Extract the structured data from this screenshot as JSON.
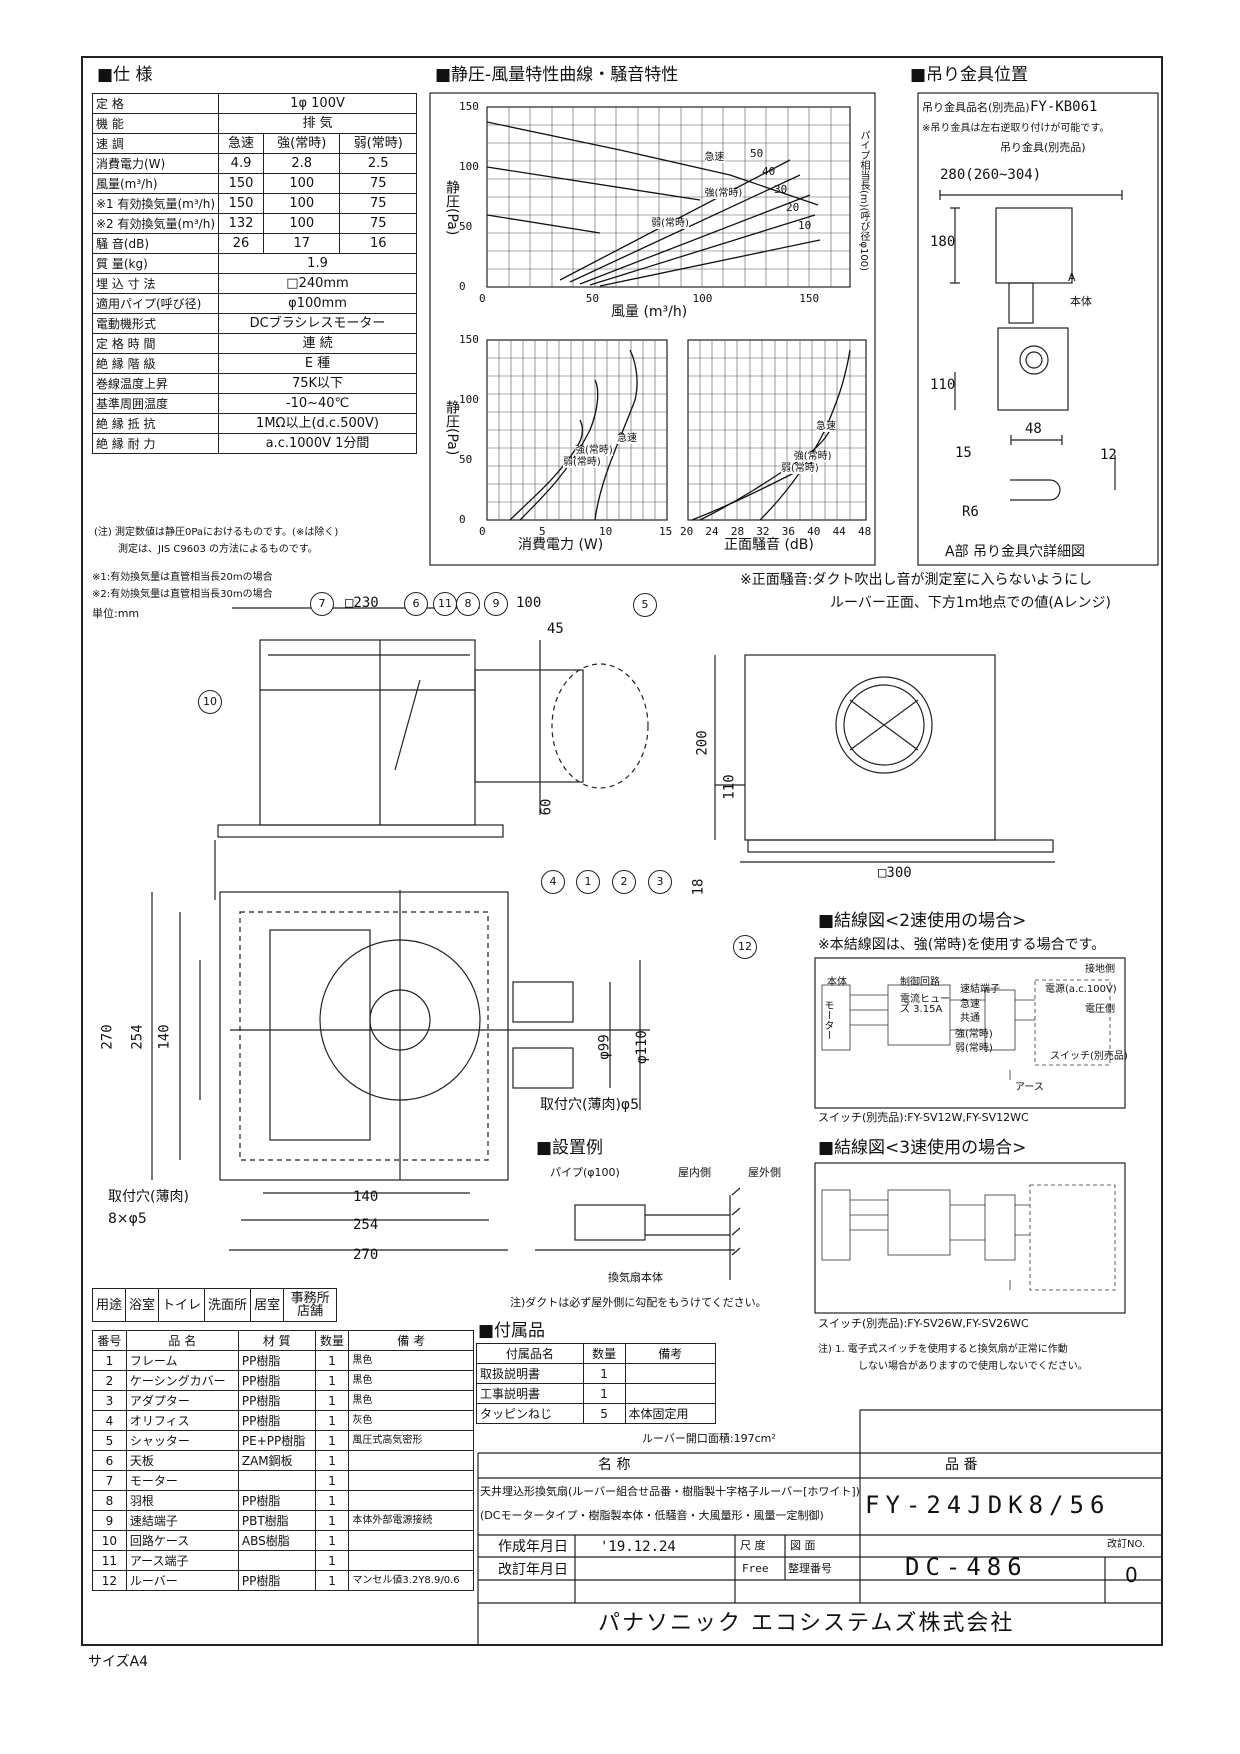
{
  "spec": {
    "heading": "■仕 様",
    "rows": [
      {
        "label": "定 格",
        "cells": [
          "1φ 100V"
        ]
      },
      {
        "label": "機 能",
        "cells": [
          "排 気"
        ]
      },
      {
        "label": "速 調",
        "cells": [
          "急速",
          "強(常時)",
          "弱(常時)"
        ]
      },
      {
        "label": "消費電力(W)",
        "cells": [
          "4.9",
          "2.8",
          "2.5"
        ]
      },
      {
        "label": "風量(m³/h)",
        "cells": [
          "150",
          "100",
          "75"
        ]
      },
      {
        "label": "※1 有効換気量(m³/h)",
        "cells": [
          "150",
          "100",
          "75"
        ]
      },
      {
        "label": "※2 有効換気量(m³/h)",
        "cells": [
          "132",
          "100",
          "75"
        ]
      },
      {
        "label": "騒 音(dB)",
        "cells": [
          "26",
          "17",
          "16"
        ]
      },
      {
        "label": "質 量(kg)",
        "cells": [
          "1.9"
        ]
      },
      {
        "label": "埋 込 寸 法",
        "cells": [
          "□240mm"
        ]
      },
      {
        "label": "適用パイプ(呼び径)",
        "cells": [
          "φ100mm"
        ]
      },
      {
        "label": "電動機形式",
        "cells": [
          "DCブラシレスモーター"
        ]
      },
      {
        "label": "定 格 時 間",
        "cells": [
          "連 続"
        ]
      },
      {
        "label": "絶 縁 階 級",
        "cells": [
          "E 種"
        ]
      },
      {
        "label": "巻線温度上昇",
        "cells": [
          "75K以下"
        ]
      },
      {
        "label": "基準周囲温度",
        "cells": [
          "-10~40℃"
        ]
      },
      {
        "label": "絶 縁 抵 抗",
        "cells": [
          "1MΩ以上(d.c.500V)"
        ]
      },
      {
        "label": "絶 縁 耐 力",
        "cells": [
          "a.c.1000V 1分間"
        ]
      }
    ],
    "note1": "(注) 測定数値は静圧0Paにおけるものです。(※は除く)",
    "note2": "測定は、JIS C9603 の方法によるものです。"
  },
  "chart_heading": "■静圧-風量特性曲線・騒音特性",
  "chart_data": [
    {
      "type": "line",
      "xlabel": "風量 (m³/h)",
      "ylabel": "静圧(Pa)",
      "y2label": "パイプ相当長(m)(呼び径φ100)",
      "xlim": [
        0,
        170
      ],
      "ylim": [
        0,
        150
      ],
      "xticks": [
        "0",
        "50",
        "100",
        "150"
      ],
      "yticks": [
        "0",
        "50",
        "100",
        "150"
      ],
      "series": [
        {
          "name": "急速",
          "x": [
            0,
            50,
            100,
            150
          ],
          "y": [
            135,
            118,
            100,
            75
          ]
        },
        {
          "name": "強(常時)",
          "x": [
            0,
            100
          ],
          "y": [
            100,
            70
          ]
        },
        {
          "name": "弱(常時)",
          "x": [
            0,
            75
          ],
          "y": [
            60,
            45
          ]
        }
      ],
      "pipe_labels": [
        "50",
        "40",
        "30",
        "20",
        "10"
      ]
    },
    {
      "type": "line",
      "xlabel": "消費電力 (W)",
      "ylabel": "静圧(Pa)",
      "xlim": [
        0,
        15
      ],
      "ylim": [
        0,
        150
      ],
      "xticks": [
        "0",
        "5",
        "10",
        "15"
      ],
      "yticks": [
        "0",
        "50",
        "100",
        "150"
      ],
      "series": [
        {
          "name": "急速",
          "x": [
            9,
            10,
            11,
            12,
            12.5
          ],
          "y": [
            0,
            30,
            60,
            90,
            120
          ]
        },
        {
          "name": "強(常時)",
          "x": [
            3,
            5,
            7,
            8
          ],
          "y": [
            0,
            25,
            50,
            75
          ]
        },
        {
          "name": "弱(常時)",
          "x": [
            2,
            4,
            6,
            7
          ],
          "y": [
            0,
            20,
            40,
            55
          ]
        }
      ]
    },
    {
      "type": "line",
      "xlabel": "正面騒音 (dB)",
      "xlim": [
        20,
        48
      ],
      "ylim": [
        0,
        150
      ],
      "xticks": [
        "20",
        "24",
        "28",
        "32",
        "36",
        "40",
        "44",
        "48"
      ],
      "series": [
        {
          "name": "急速",
          "x": [
            30,
            36,
            40,
            42,
            44
          ],
          "y": [
            0,
            40,
            70,
            90,
            110
          ]
        },
        {
          "name": "強(常時)",
          "x": [
            24,
            32,
            36,
            40
          ],
          "y": [
            0,
            25,
            45,
            65
          ]
        },
        {
          "name": "弱(常時)",
          "x": [
            22,
            30,
            34,
            38
          ],
          "y": [
            0,
            20,
            35,
            50
          ]
        }
      ]
    }
  ],
  "hanger": {
    "heading": "■吊り金具位置",
    "name_label": "吊り金具品名(別売品)",
    "name_value": "FY-KB061",
    "note": "※吊り金具は左右逆取り付けが可能です。",
    "bracket": "吊り金具(別売品)",
    "dim1": "280(260~304)",
    "dim2": "180",
    "dim3": "110",
    "dim4": "48",
    "dim5": "15",
    "dim6": "12",
    "radius": "R6",
    "body": "本体",
    "part_a": "A",
    "detail": "A部 吊り金具穴詳細図"
  },
  "notes_top": {
    "n1": "※1:有効換気量は直管相当長20mの場合",
    "n2": "※2:有効換気量は直管相当長30mの場合",
    "unit": "単位:mm",
    "noise1": "※正面騒音:ダクト吹出し音が測定室に入らないようにし",
    "noise2": "ルーバー正面、下方1m地点での値(Aレンジ)"
  },
  "drawing": {
    "dim_230": "□230",
    "dim_100": "100",
    "dim_45": "45",
    "dim_60": "60",
    "dim_200": "200",
    "dim_110": "110",
    "dim_18": "18",
    "dim_300": "□300",
    "dim_270v": "270",
    "dim_254v": "254",
    "dim_140v": "140",
    "dim_140h": "140",
    "dim_254h": "254",
    "dim_270h": "270",
    "dim_99": "φ99",
    "dim_110d": "φ110",
    "hole_side": "取付穴(薄肉)φ5",
    "hole_bottom1": "取付穴(薄肉)",
    "hole_bottom2": "8×φ5",
    "balloons": [
      "1",
      "2",
      "3",
      "4",
      "5",
      "6",
      "7",
      "8",
      "9",
      "10",
      "11",
      "12"
    ]
  },
  "wiring2": {
    "heading": "■結線図<2速使用の場合>",
    "sub": "※本結線図は、強(常時)を使用する場合です。",
    "switch": "スイッチ(別売品):FY-SV12W,FY-SV12WC",
    "motor": "モーター",
    "main": "本体",
    "circuit": "制御回路",
    "fuse": "電流ヒューズ 3.15A",
    "terminal": "速結端子",
    "rapid": "急速",
    "common": "共通",
    "strong": "強(常時)",
    "weak": "弱(常時)",
    "power": "電源(a.c.100V)",
    "ground": "アース",
    "sw": "スイッチ(別売品)",
    "grounded": "接地側",
    "live": "電圧側"
  },
  "wiring3": {
    "heading": "■結線図<3速使用の場合>",
    "switch": "スイッチ(別売品):FY-SV26W,FY-SV26WC",
    "note1": "注) 1. 電子式スイッチを使用すると換気扇が正常に作動",
    "note2": "しない場合がありますので使用しないでください。"
  },
  "install": {
    "heading": "■設置例",
    "pipe": "パイプ(φ100)",
    "indoor": "屋内側",
    "outdoor": "屋外側",
    "body": "換気扇本体",
    "note": "注)ダクトは必ず屋外側に勾配をもうけてください。"
  },
  "usage": {
    "label": "用途",
    "items": [
      "浴室",
      "トイレ",
      "洗面所",
      "居室",
      "事務所店舗"
    ]
  },
  "parts": {
    "headers": [
      "番号",
      "品 名",
      "材 質",
      "数量",
      "備 考"
    ],
    "rows": [
      [
        "1",
        "フレーム",
        "PP樹脂",
        "1",
        "黒色"
      ],
      [
        "2",
        "ケーシングカバー",
        "PP樹脂",
        "1",
        "黒色"
      ],
      [
        "3",
        "アダプター",
        "PP樹脂",
        "1",
        "黒色"
      ],
      [
        "4",
        "オリフィス",
        "PP樹脂",
        "1",
        "灰色"
      ],
      [
        "5",
        "シャッター",
        "PE+PP樹脂",
        "1",
        "風圧式高気密形"
      ],
      [
        "6",
        "天板",
        "ZAM鋼板",
        "1",
        ""
      ],
      [
        "7",
        "モーター",
        "",
        "1",
        ""
      ],
      [
        "8",
        "羽根",
        "PP樹脂",
        "1",
        ""
      ],
      [
        "9",
        "速結端子",
        "PBT樹脂",
        "1",
        "本体外部電源接続"
      ],
      [
        "10",
        "回路ケース",
        "ABS樹脂",
        "1",
        ""
      ],
      [
        "11",
        "アース端子",
        "",
        "1",
        ""
      ],
      [
        "12",
        "ルーバー",
        "PP樹脂",
        "1",
        "マンセル値3.2Y8.9/0.6"
      ]
    ]
  },
  "accessories": {
    "heading": "■付属品",
    "headers": [
      "付属品名",
      "数量",
      "備考"
    ],
    "rows": [
      [
        "取扱説明書",
        "1",
        ""
      ],
      [
        "工事説明書",
        "1",
        ""
      ],
      [
        "タッピンねじ",
        "5",
        "本体固定用"
      ]
    ],
    "louver_area": "ルーバー開口面積:197cm²"
  },
  "title_block": {
    "name_h": "名 称",
    "no_h": "品 番",
    "name1": "天井埋込形換気扇(ルーバー組合せ品番・樹脂製十字格子ルーバー[ホワイト])",
    "name2": "(DCモータータイプ・樹脂製本体・低騒音・大風量形・風量一定制御)",
    "model": "FY-24JDK8/56",
    "created_l": "作成年月日",
    "created_v": "'19.12.24",
    "scale_l": "尺 度",
    "scale_v": "Free",
    "fig_l": "図 面",
    "ref_l": "整理番号",
    "doc_no": "DC-486",
    "rev_l": "改訂NO.",
    "rev_v": "0",
    "revised_l": "改訂年月日",
    "company": "パナソニック エコシステムズ株式会社"
  },
  "size": "サイズA4"
}
